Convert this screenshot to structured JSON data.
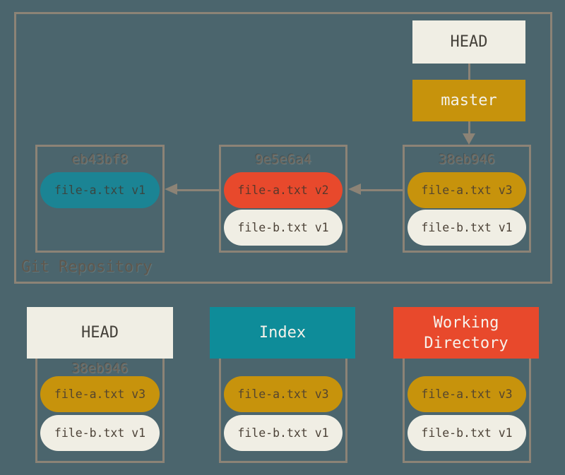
{
  "palette": {
    "background": "#4B656D",
    "border_gray": "#8C8376",
    "cream": "#F0EEE4",
    "gold": "#C7930C",
    "red": "#E8492C",
    "teal_header": "#0E8C99",
    "teal_pill": "#1B8494",
    "dark_text": "#4C4237",
    "light_text": "#F4F2EA",
    "muted_text": "#6F685E"
  },
  "repository": {
    "label": "Git Repository",
    "head_ref": "HEAD",
    "branch_ref": "master",
    "commits": [
      {
        "hash": "eb43bf8",
        "files": [
          {
            "name": "file-a.txt v1"
          }
        ]
      },
      {
        "hash": "9e5e6a4",
        "files": [
          {
            "name": "file-a.txt v2"
          },
          {
            "name": "file-b.txt v1"
          }
        ]
      },
      {
        "hash": "38eb946",
        "files": [
          {
            "name": "file-a.txt v3"
          },
          {
            "name": "file-b.txt v1"
          }
        ]
      }
    ]
  },
  "trees": [
    {
      "title": "HEAD",
      "hash": "38eb946",
      "files": [
        {
          "name": "file-a.txt v3"
        },
        {
          "name": "file-b.txt v1"
        }
      ]
    },
    {
      "title": "Index",
      "files": [
        {
          "name": "file-a.txt v3"
        },
        {
          "name": "file-b.txt v1"
        }
      ]
    },
    {
      "title": "Working Directory",
      "files": [
        {
          "name": "file-a.txt v3"
        },
        {
          "name": "file-b.txt v1"
        }
      ]
    }
  ]
}
